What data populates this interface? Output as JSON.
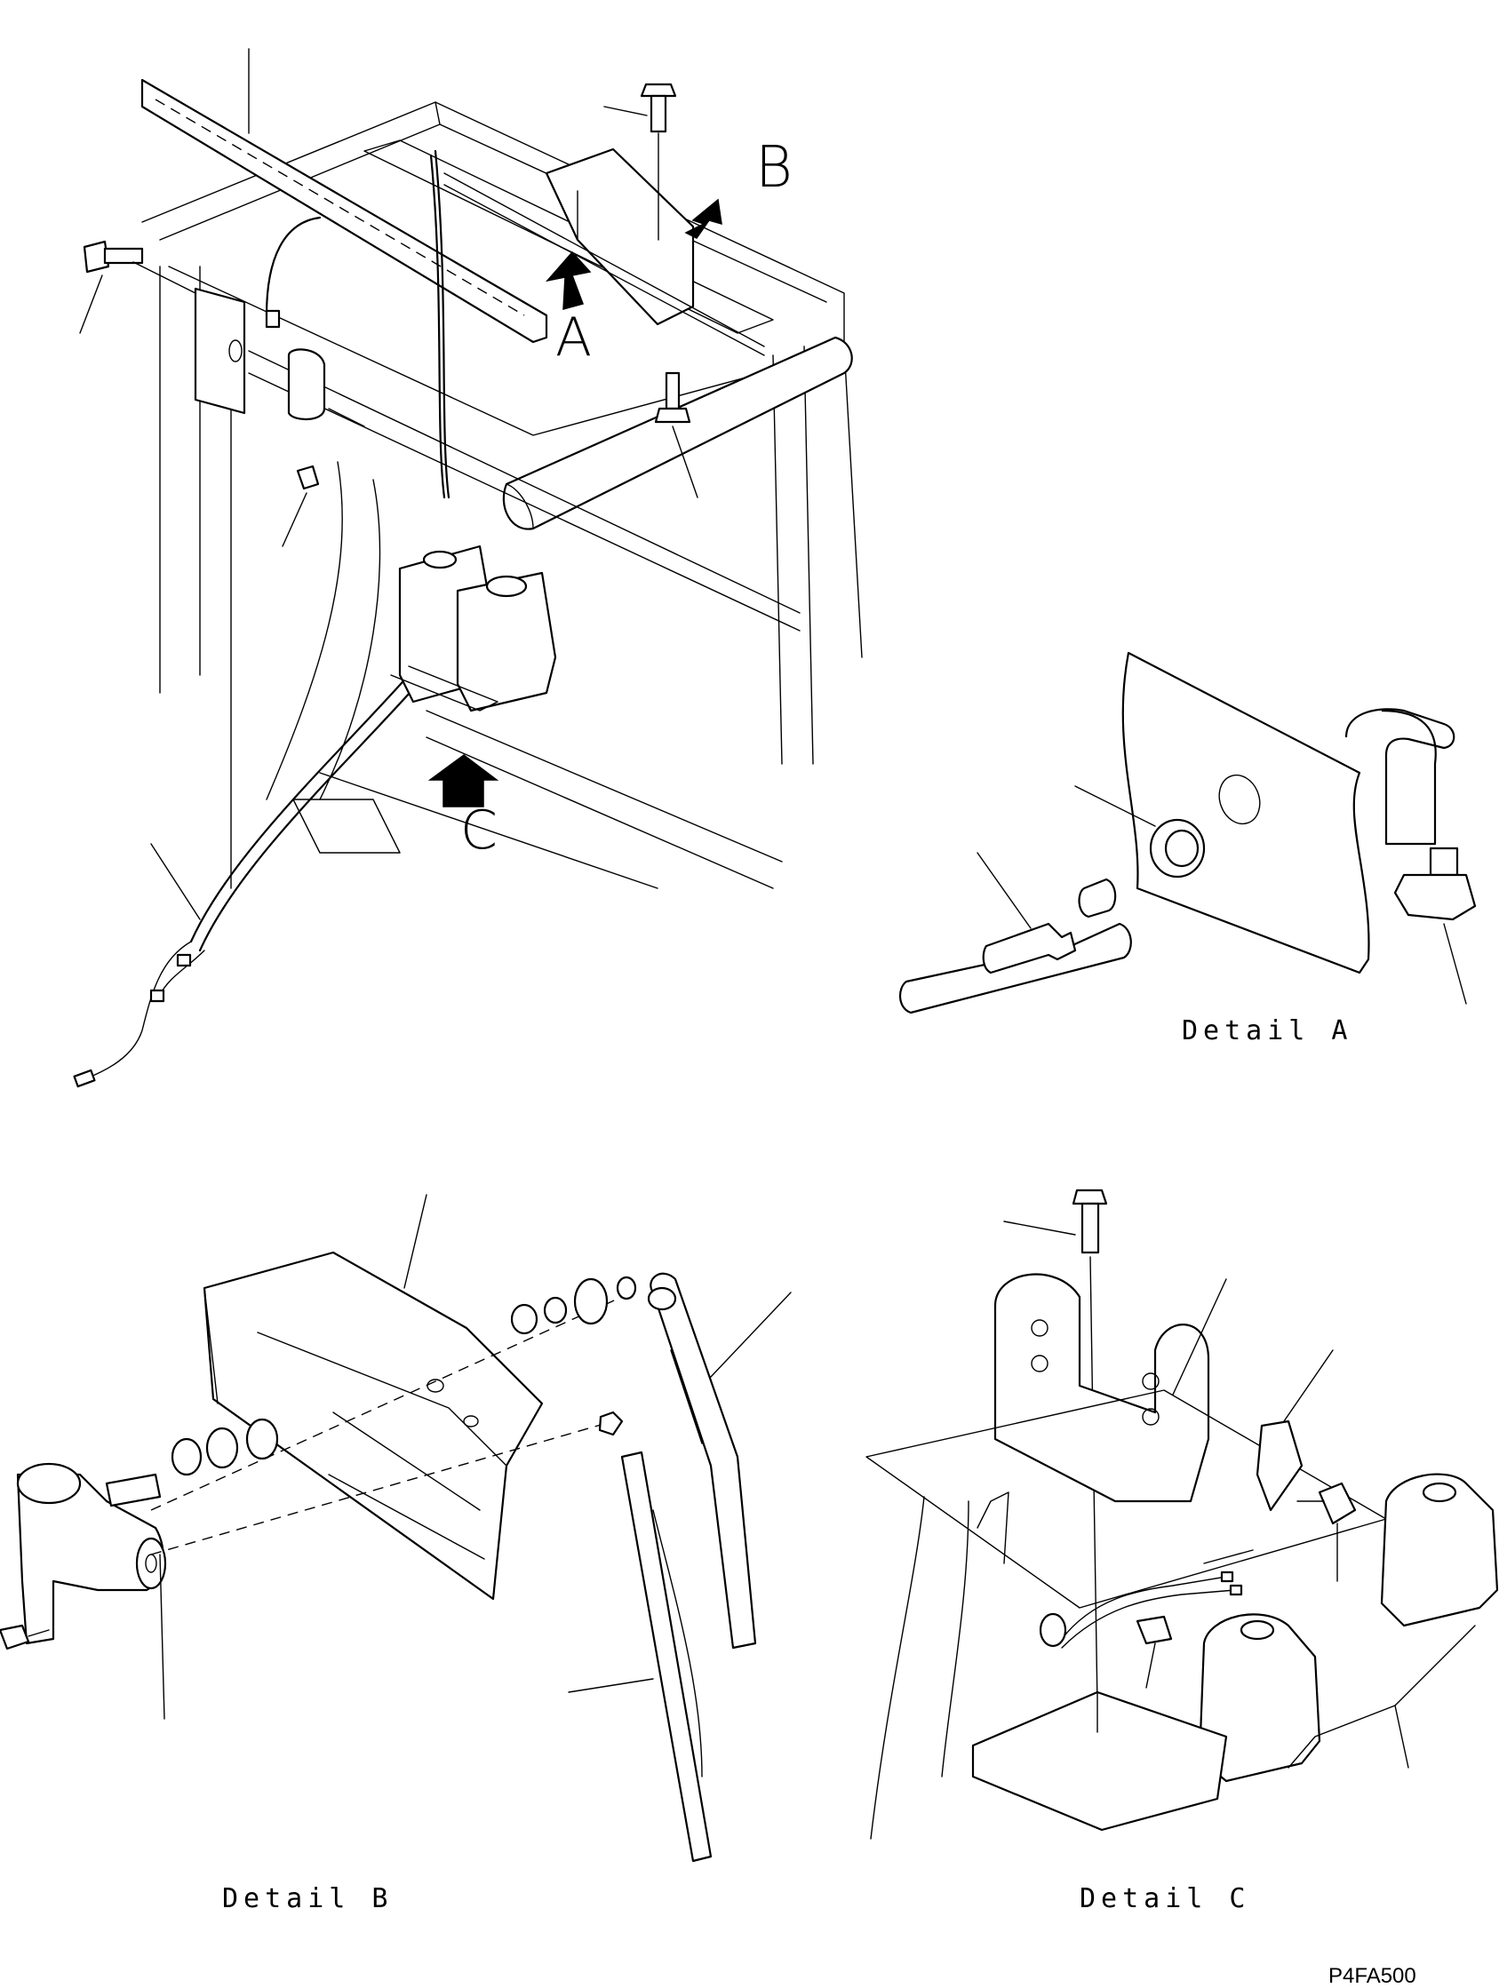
{
  "view_letters": {
    "a": "A",
    "b": "B",
    "c": "C"
  },
  "details": {
    "a": "Detail A",
    "b": "Detail B",
    "c": "Detail C"
  },
  "drawing_code": "P4FA500"
}
